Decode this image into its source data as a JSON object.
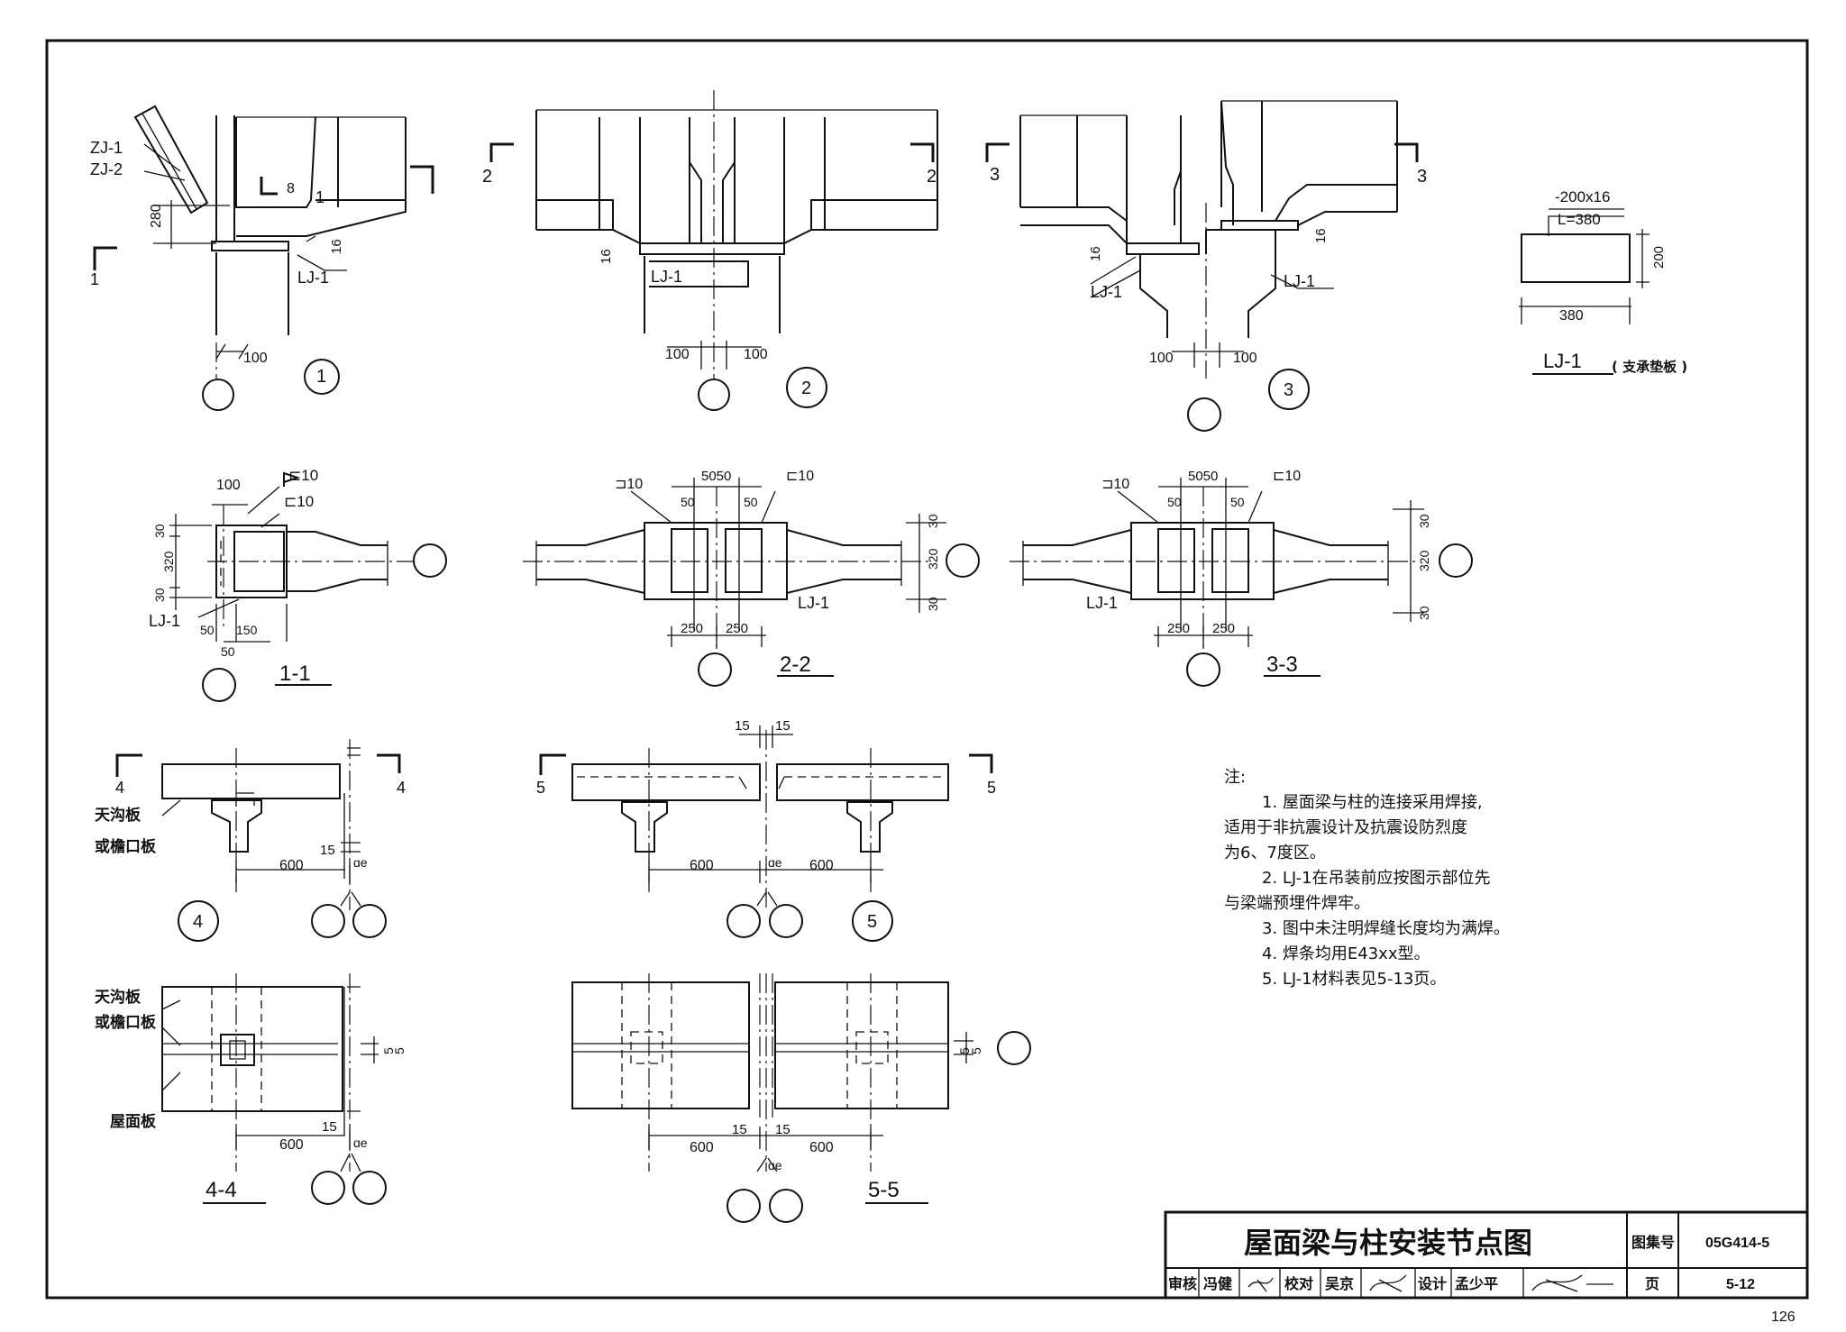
{
  "details": {
    "d1": {
      "num": "1",
      "section": "1",
      "rj_label_1": "ZJ-1",
      "rj_label_2": "ZJ-2",
      "weld": "8",
      "dim_280": "280",
      "dim_16": "16",
      "lj": "LJ-1",
      "dim_100": "100"
    },
    "d2": {
      "num": "2",
      "section": "2",
      "dim_16": "16",
      "lj": "LJ-1",
      "dim_100a": "100",
      "dim_100b": "100"
    },
    "d3": {
      "num": "3",
      "section": "3",
      "dim_16a": "16",
      "dim_16b": "16",
      "lj_a": "LJ-1",
      "lj_b": "LJ-1",
      "dim_100a": "100",
      "dim_100b": "100"
    },
    "s11": {
      "title": "1-1",
      "d100": "100",
      "w1": "⊏10",
      "w2": "⊏10",
      "d30a": "30",
      "d320": "320",
      "d30b": "30",
      "lj": "LJ-1",
      "d50a": "50",
      "d150": "150",
      "d50b": "50"
    },
    "s22": {
      "title": "2-2",
      "w1": "⊐10",
      "w2": "⊏10",
      "d5050": "5050",
      "d50a": "50",
      "d50b": "50",
      "d30a": "30",
      "d320": "320",
      "d30b": "30",
      "lj": "LJ-1",
      "d250a": "250",
      "d250b": "250"
    },
    "s33": {
      "title": "3-3",
      "w1": "⊐10",
      "w2": "⊏10",
      "d5050": "5050",
      "d50a": "50",
      "d50b": "50",
      "d30a": "30",
      "d320": "320",
      "d30b": "30",
      "lj": "LJ-1",
      "d250a": "250",
      "d250b": "250"
    },
    "d4": {
      "num": "4",
      "section": "4",
      "label_a": "天沟板",
      "label_b": "或檐口板",
      "d600": "600",
      "d15": "15",
      "ae": "ɑe"
    },
    "d5": {
      "num": "5",
      "section": "5",
      "d15a": "15",
      "d15b": "15",
      "d600a": "600",
      "d600b": "600",
      "ae": "ɑe"
    },
    "s44": {
      "title": "4-4",
      "label_a": "天沟板",
      "label_b": "或檐口板",
      "label_c": "屋面板",
      "d600": "600",
      "d15": "15",
      "ae": "ɑe",
      "d5a": "5",
      "d5b": "5"
    },
    "s55": {
      "title": "5-5",
      "d15a": "15",
      "d15b": "15",
      "d600a": "600",
      "d600b": "600",
      "ae": "ɑe",
      "d5a": "5",
      "d5b": "5"
    }
  },
  "plate": {
    "spec": "-200x16",
    "length": "L=380",
    "dim_h": "200",
    "dim_w": "380",
    "title": "LJ-1",
    "subtitle": "( 支承垫板 )"
  },
  "notes": {
    "heading": "注:",
    "lines": [
      "1. 屋面梁与柱的连接采用焊接,",
      "适用于非抗震设计及抗震设防烈度",
      "为6、7度区。",
      "2. LJ-1在吊装前应按图示部位先",
      "与梁端预埋件焊牢。",
      "3. 图中未注明焊缝长度均为满焊。",
      "4. 焊条均用E43xx型。",
      "5. LJ-1材料表见5-13页。"
    ]
  },
  "title_block": {
    "drawing_title": "屋面梁与柱安装节点图",
    "atlas_label": "图集号",
    "atlas_no": "05G414-5",
    "page_label": "页",
    "page_no": "5-12",
    "review_label": "审核",
    "reviewer": "冯健",
    "check_label": "校对",
    "checker": "吴京",
    "design_label": "设计",
    "designer": "孟少平"
  },
  "sheet_number": "126"
}
